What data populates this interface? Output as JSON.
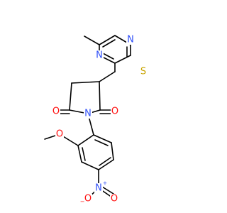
{
  "molecule": {
    "atoms": {
      "n_pyrimidine_top": {
        "symbol": "N",
        "color": "#3050F8"
      },
      "n_pyrimidine_bottom": {
        "symbol": "N",
        "color": "#3050F8"
      },
      "s_thioether": {
        "symbol": "S",
        "color": "#C8A400"
      },
      "o_carbonyl_left": {
        "symbol": "O",
        "color": "#FF0D0D"
      },
      "o_carbonyl_right": {
        "symbol": "O",
        "color": "#FF0D0D"
      },
      "n_imide": {
        "symbol": "N",
        "color": "#3050F8"
      },
      "o_methoxy": {
        "symbol": "O",
        "color": "#FF0D0D"
      },
      "n_nitro": {
        "symbol": "N",
        "color": "#3050F8",
        "charge": "+"
      },
      "o_nitro_left": {
        "symbol": "O",
        "color": "#FF0D0D",
        "charge": "−"
      },
      "o_nitro_right": {
        "symbol": "O",
        "color": "#FF0D0D"
      }
    },
    "bond_color": "#000000"
  }
}
